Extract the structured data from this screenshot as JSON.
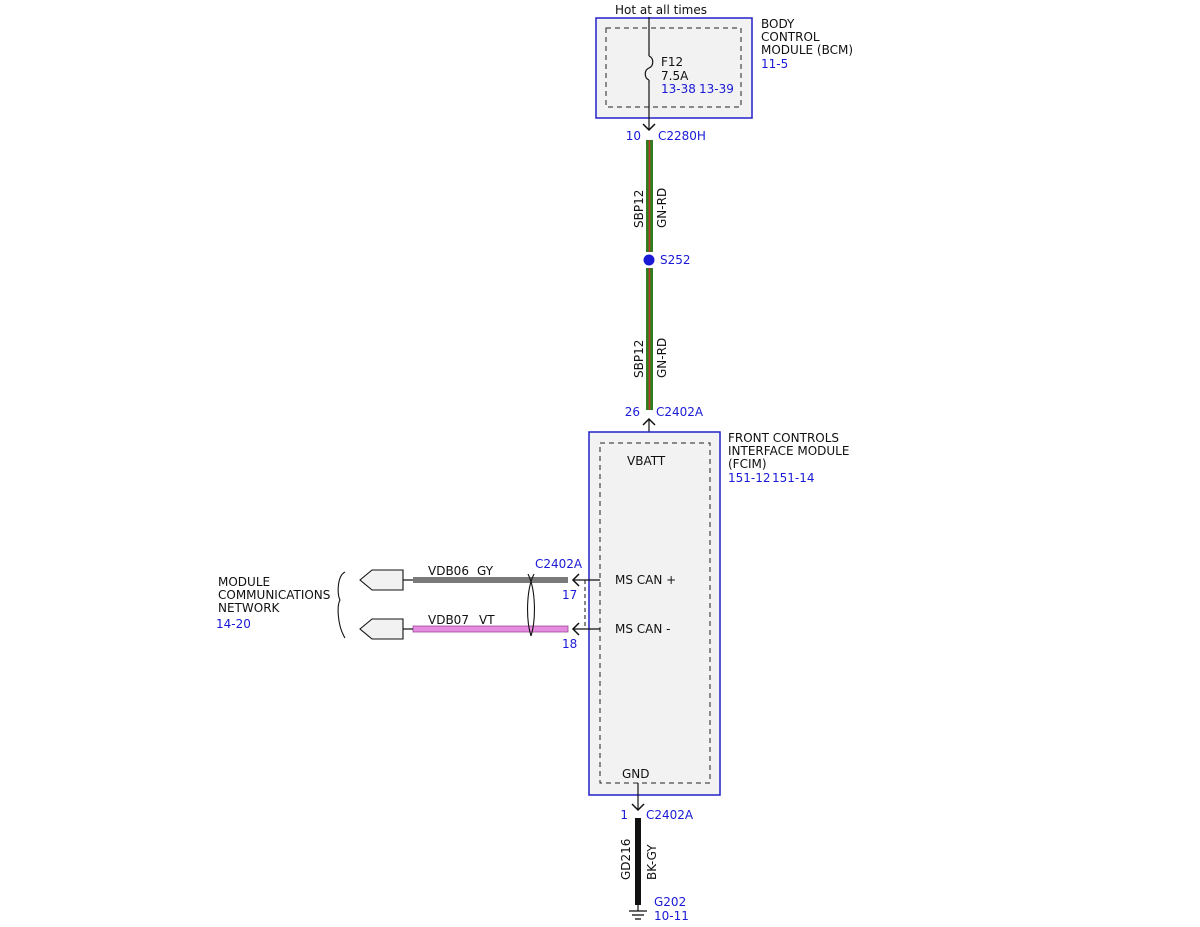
{
  "top_supply": "Hot at all times",
  "bcm": {
    "name_lines": [
      "BODY",
      "CONTROL",
      "MODULE (BCM)"
    ],
    "ref": "11-5",
    "fuse": {
      "name": "F12",
      "rating": "7.5A",
      "refs": [
        "13-38",
        "13-39"
      ]
    },
    "connector": {
      "pin": "10",
      "name": "C2280H"
    }
  },
  "wire_upper": {
    "circuit": "SBP12",
    "color": "GN-RD"
  },
  "splice": "S252",
  "wire_lower": {
    "circuit": "SBP12",
    "color": "GN-RD"
  },
  "fcim": {
    "name_lines": [
      "FRONT CONTROLS",
      "INTERFACE MODULE",
      "(FCIM)"
    ],
    "refs": [
      "151-12",
      "151-14"
    ],
    "connector_top": {
      "pin": "26",
      "name": "C2402A"
    },
    "pins": {
      "vbatt": "VBATT",
      "can_plus": "MS CAN +",
      "can_minus": "MS CAN -",
      "gnd": "GND"
    },
    "can_connector": "C2402A",
    "can_plus_pin": "17",
    "can_minus_pin": "18",
    "connector_bottom": {
      "pin": "1",
      "name": "C2402A"
    }
  },
  "network": {
    "name_lines": [
      "MODULE",
      "COMMUNICATIONS",
      "NETWORK"
    ],
    "ref": "14-20",
    "wire_plus": {
      "circuit": "VDB06",
      "color": "GY"
    },
    "wire_minus": {
      "circuit": "VDB07",
      "color": "VT"
    }
  },
  "ground_wire": {
    "circuit": "GD216",
    "color": "BK-GY"
  },
  "ground": {
    "name": "G202",
    "ref": "10-11"
  },
  "colors": {
    "reference_blue": "#1a1ad6",
    "gn_rd_green": "#2e7d1f",
    "gn_rd_red": "#c0392b",
    "gy": "#7a7a7a",
    "vt": "#e58be0",
    "bk": "#111111"
  }
}
